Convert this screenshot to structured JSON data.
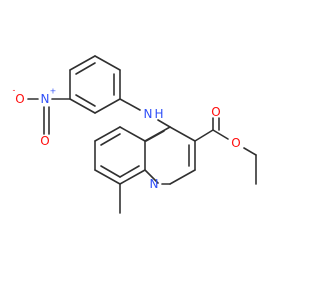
{
  "molecule": {
    "atoms": {
      "nitro_O_left": {
        "symbol": "O",
        "charge": "-",
        "color": "#ff0d0d"
      },
      "nitro_N": {
        "symbol": "N",
        "charge": "+",
        "color": "#3050f8"
      },
      "nitro_O_bottom": {
        "symbol": "O",
        "color": "#ff0d0d"
      },
      "amine_N": {
        "symbol": "N",
        "color": "#3050f8"
      },
      "amine_H": {
        "symbol": "H",
        "color": "#3050f8"
      },
      "ester_O_carbonyl": {
        "symbol": "O",
        "color": "#ff0d0d"
      },
      "ester_O_ether": {
        "symbol": "O",
        "color": "#ff0d0d"
      },
      "ring_N": {
        "symbol": "N",
        "color": "#3050f8"
      }
    },
    "bond_color": "#303030"
  }
}
